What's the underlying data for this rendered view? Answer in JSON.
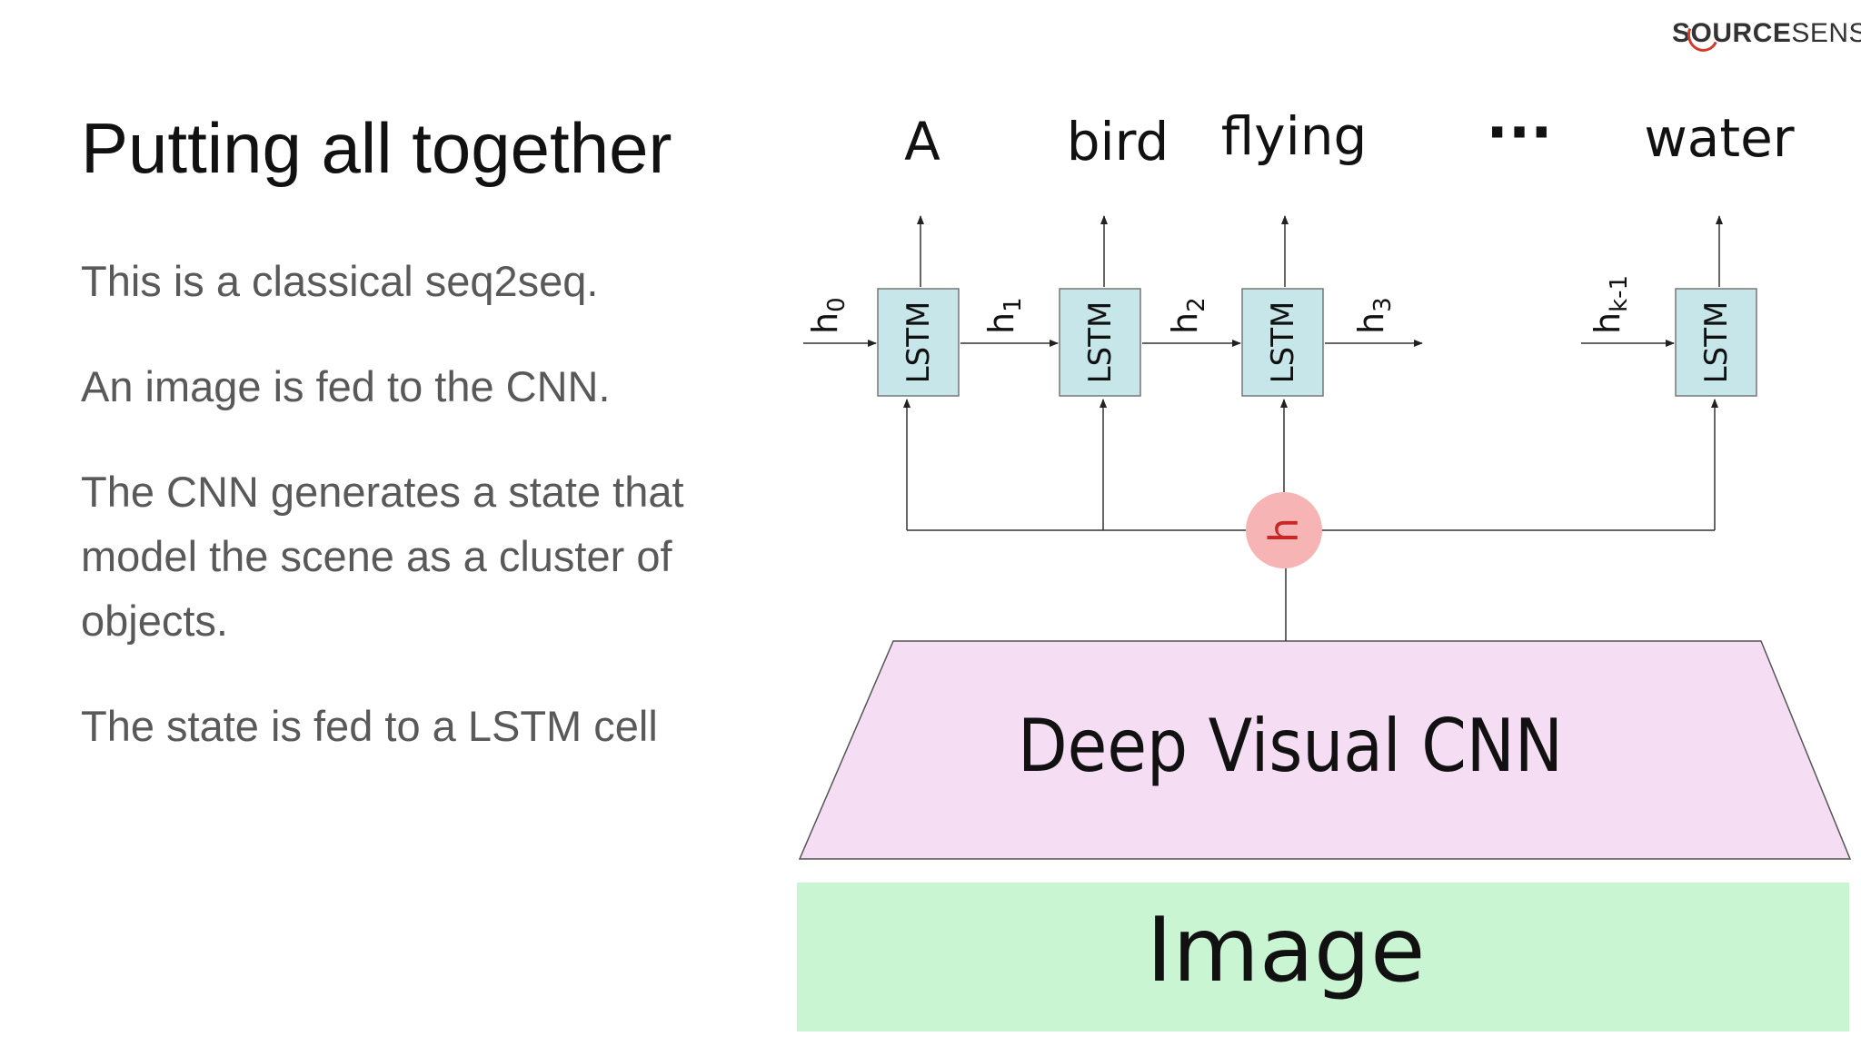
{
  "logo": {
    "source_s": "S",
    "source_o": "O",
    "source_rest": "URCE",
    "sense": "SENSE",
    "accent_color": "#d23a2a"
  },
  "slide": {
    "title": "Putting all together",
    "paragraphs": [
      "This is a classical seq2seq.",
      "An image is fed to the CNN.",
      "The CNN generates a state that model the scene as a cluster of objects.",
      "The state is fed to a LSTM cell"
    ]
  },
  "diagram": {
    "output_words": [
      "A",
      "bird",
      "flying",
      "···",
      "water"
    ],
    "lstm_label": "LSTM",
    "hidden_states": {
      "h0": {
        "base": "h",
        "sub": "0"
      },
      "h1": {
        "base": "h",
        "sub": "1"
      },
      "h2": {
        "base": "h",
        "sub": "2"
      },
      "h3": {
        "base": "h",
        "sub": "3"
      },
      "hk1": {
        "base": "h",
        "sub": "k-1"
      }
    },
    "h_node_label": "h",
    "cnn_label": "Deep Visual CNN",
    "image_label": "Image",
    "colors": {
      "lstm_fill": "#c6e6ea",
      "h_node_fill": "#f7b4b4",
      "h_node_text": "#c62828",
      "cnn_fill": "#f5def4",
      "image_fill": "#c9f5d2",
      "lines": "#333333"
    }
  }
}
